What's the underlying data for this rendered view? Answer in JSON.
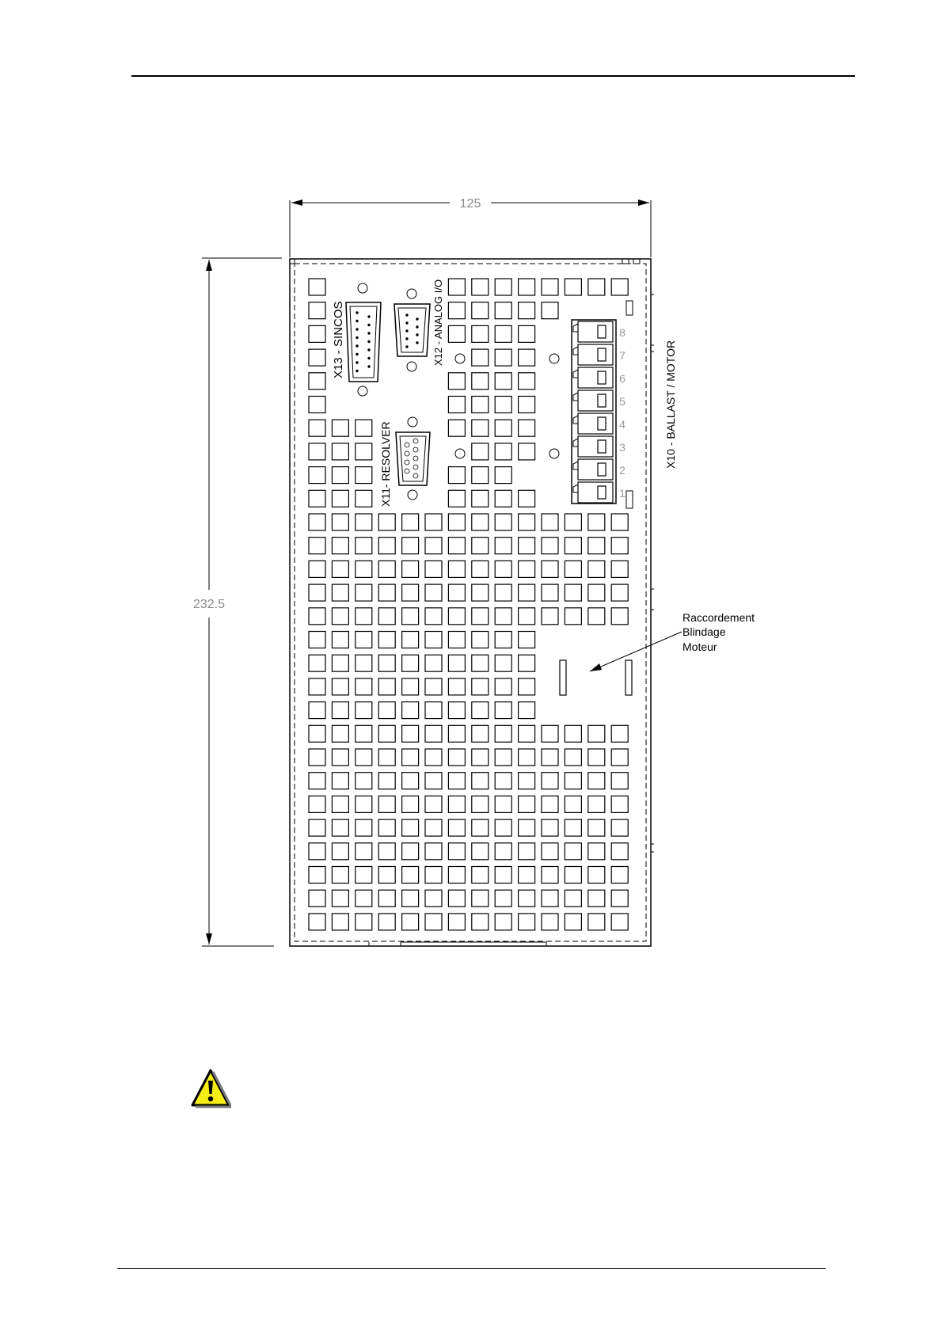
{
  "dimensions": {
    "width_label": "125",
    "height_label": "232.5"
  },
  "connectors": {
    "x13": "X13 - SINCOS",
    "x12": "X12 - ANALOG  I/O",
    "x11": "X11- RESOLVER",
    "x10": "X10 - BALLAST / MOTOR"
  },
  "terminal_numbers": [
    "8",
    "7",
    "6",
    "5",
    "4",
    "3",
    "2",
    "1"
  ],
  "callout": {
    "line1": "Raccordement",
    "line2": "Blindage",
    "line3": "Moteur"
  },
  "icons": {
    "warning": "warning-triangle-icon"
  },
  "colors": {
    "warning_fill": "#f6ec16",
    "ink": "#000000",
    "dimension_text": "#8a8a8a"
  }
}
